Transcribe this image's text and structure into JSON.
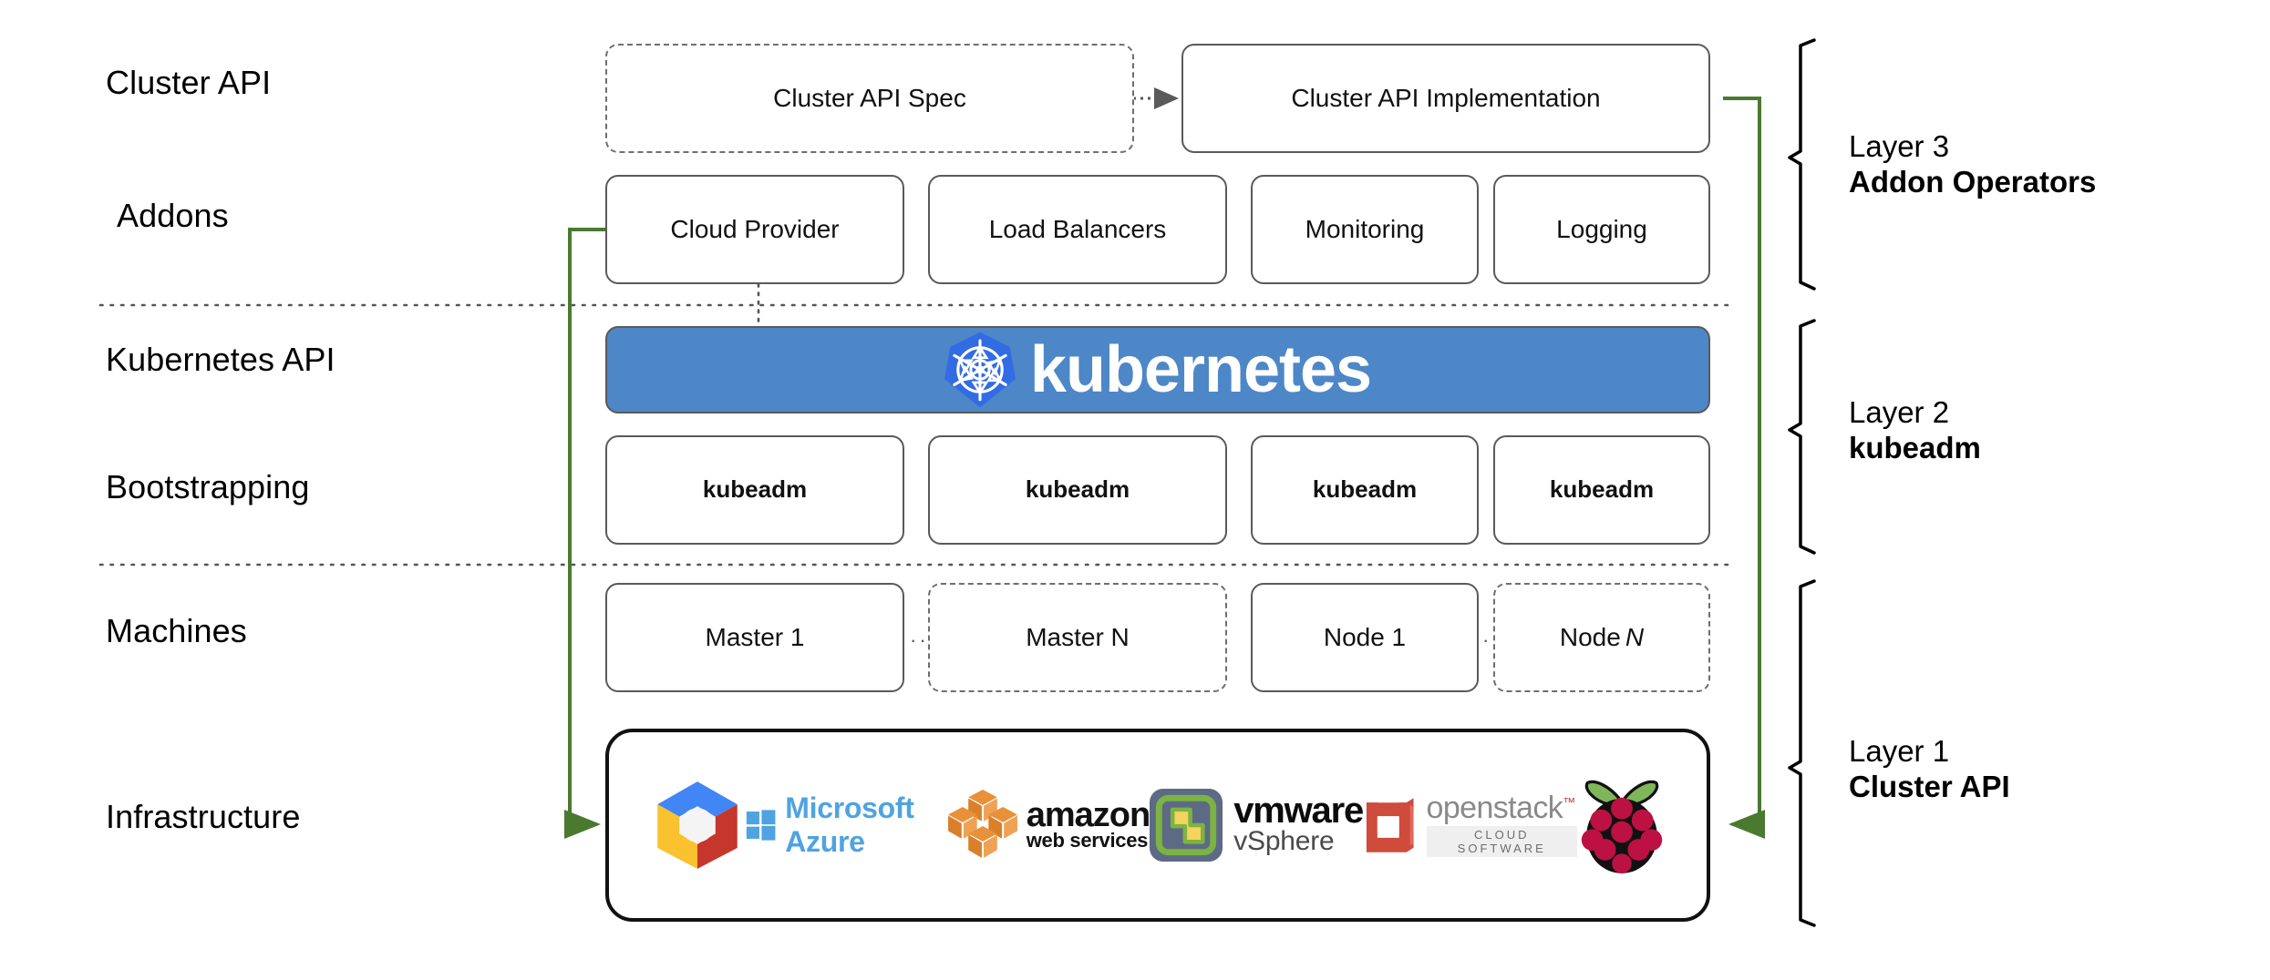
{
  "diagram": {
    "title": "Kubernetes Cluster API layered architecture",
    "colors": {
      "kubernetes_blue": "#4e87c7",
      "kubernetes_logo_blue": "#326ce5",
      "arrow_green": "#4a7a2f",
      "box_border_gray": "#5a5a5a",
      "infra_border_black": "#111111",
      "divider_dotted": "#555555"
    },
    "row_labels": [
      {
        "id": "cluster-api",
        "text": "Cluster API"
      },
      {
        "id": "addons",
        "text": "Addons"
      },
      {
        "id": "kubernetes-api",
        "text": "Kubernetes API"
      },
      {
        "id": "bootstrapping",
        "text": "Bootstrapping"
      },
      {
        "id": "machines",
        "text": "Machines"
      },
      {
        "id": "infrastructure",
        "text": "Infrastructure"
      }
    ],
    "cluster_api_row": [
      {
        "id": "cluster-api-spec",
        "label": "Cluster API Spec",
        "style": "dashed"
      },
      {
        "id": "cluster-api-implementation",
        "label": "Cluster API Implementation",
        "style": "solid"
      }
    ],
    "addons_row": [
      {
        "id": "cloud-provider",
        "label": "Cloud Provider",
        "style": "solid"
      },
      {
        "id": "load-balancers",
        "label": "Load Balancers",
        "style": "solid"
      },
      {
        "id": "monitoring",
        "label": "Monitoring",
        "style": "solid"
      },
      {
        "id": "logging",
        "label": "Logging",
        "style": "solid"
      }
    ],
    "kubernetes_banner": {
      "wordmark": "kubernetes",
      "logo": "kubernetes-wheel-icon"
    },
    "bootstrapping_row": [
      {
        "id": "kubeadm-1",
        "label": "kubeadm",
        "style": "solid"
      },
      {
        "id": "kubeadm-2",
        "label": "kubeadm",
        "style": "solid"
      },
      {
        "id": "kubeadm-3",
        "label": "kubeadm",
        "style": "solid"
      },
      {
        "id": "kubeadm-4",
        "label": "kubeadm",
        "style": "solid"
      }
    ],
    "machines_row": [
      {
        "id": "master-1",
        "label": "Master 1",
        "style": "solid"
      },
      {
        "id": "master-n",
        "label": "Master N",
        "style": "dashed"
      },
      {
        "id": "node-1",
        "label": "Node 1",
        "style": "solid"
      },
      {
        "id": "node-n",
        "label": "Node ",
        "label_italic": "N",
        "style": "dashed"
      }
    ],
    "machines_ellipsis": "···",
    "infrastructure_logos": [
      {
        "id": "google-cloud-platform",
        "name": "google-cloud-logo",
        "text": ""
      },
      {
        "id": "microsoft-azure",
        "name": "microsoft-azure-logo",
        "text": "Microsoft Azure"
      },
      {
        "id": "amazon-web-services",
        "name": "aws-logo",
        "text_top": "amazon",
        "text_bottom": "web services"
      },
      {
        "id": "vmware-vsphere",
        "name": "vmware-vsphere-logo",
        "text_top": "vmware",
        "text_bottom": "vSphere"
      },
      {
        "id": "openstack",
        "name": "openstack-logo",
        "text_top": "openstack",
        "text_tm": "™",
        "text_bottom": "CLOUD SOFTWARE"
      },
      {
        "id": "raspberry-pi",
        "name": "raspberry-pi-logo",
        "text": ""
      }
    ],
    "layers": [
      {
        "id": "layer-3",
        "line1": "Layer 3",
        "line2": "Addon Operators"
      },
      {
        "id": "layer-2",
        "line1": "Layer 2",
        "line2": "kubeadm"
      },
      {
        "id": "layer-1",
        "line1": "Layer 1",
        "line2": "Cluster API"
      }
    ]
  }
}
